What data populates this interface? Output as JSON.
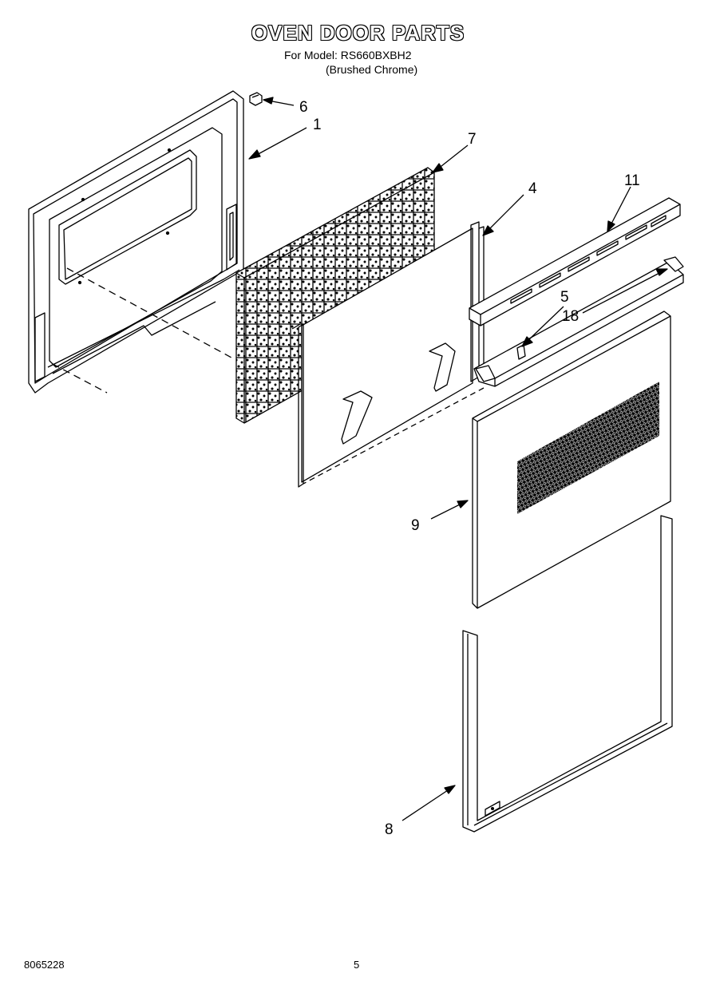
{
  "title": "OVEN DOOR PARTS",
  "model_line": "For Model: RS660BXBH2",
  "finish_line": "(Brushed Chrome)",
  "callouts": {
    "p1": "1",
    "p4": "4",
    "p5": "5",
    "p6": "6",
    "p7": "7",
    "p8": "8",
    "p9": "9",
    "p11": "11",
    "p18": "18"
  },
  "footer": {
    "doc_number": "8065228",
    "page_number": "5"
  }
}
